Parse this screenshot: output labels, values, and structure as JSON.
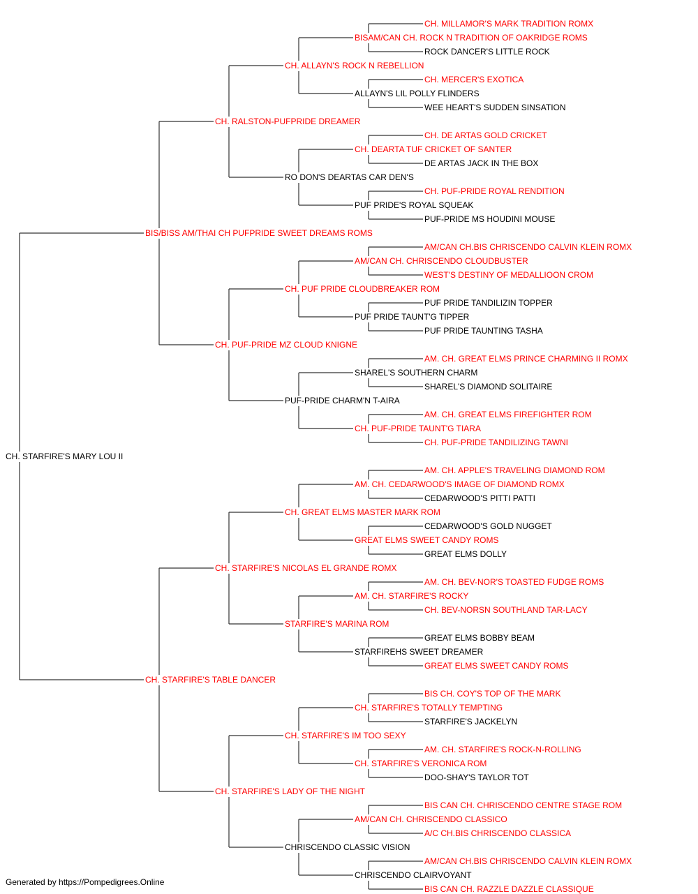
{
  "colors": {
    "champion": "#ff0000",
    "regular": "#000000",
    "line": "#333333"
  },
  "pedigree": {
    "name": "CH. STARFIRE'S MARY LOU II",
    "ch": false,
    "sire": {
      "name": "BIS/BISS AM/THAI CH PUFPRIDE SWEET DREAMS ROMS",
      "ch": true,
      "sire": {
        "name": "CH. RALSTON-PUFPRIDE DREAMER",
        "ch": true,
        "sire": {
          "name": "CH. ALLAYN'S ROCK N REBELLION",
          "ch": true,
          "sire": {
            "name": "BISAM/CAN CH. ROCK N TRADITION OF OAKRIDGE ROMS",
            "ch": true,
            "sire": {
              "name": "CH. MILLAMOR'S MARK TRADITION ROMX",
              "ch": true
            },
            "dam": {
              "name": "ROCK DANCER'S LITTLE ROCK",
              "ch": false
            }
          },
          "dam": {
            "name": "ALLAYN'S LIL POLLY FLINDERS",
            "ch": false,
            "sire": {
              "name": "CH. MERCER'S EXOTICA",
              "ch": true
            },
            "dam": {
              "name": "WEE HEART'S SUDDEN SINSATION",
              "ch": false
            }
          }
        },
        "dam": {
          "name": "RO DON'S DEARTAS CAR DEN'S",
          "ch": false,
          "sire": {
            "name": "CH. DEARTA TUF CRICKET OF SANTER",
            "ch": true,
            "sire": {
              "name": "CH. DE ARTAS GOLD CRICKET",
              "ch": true
            },
            "dam": {
              "name": "DE ARTAS JACK IN THE BOX",
              "ch": false
            }
          },
          "dam": {
            "name": "PUF PRIDE'S ROYAL SQUEAK",
            "ch": false,
            "sire": {
              "name": "CH. PUF-PRIDE ROYAL RENDITION",
              "ch": true
            },
            "dam": {
              "name": "PUF-PRIDE MS HOUDINI MOUSE",
              "ch": false
            }
          }
        }
      },
      "dam": {
        "name": "CH. PUF-PRIDE MZ CLOUD KNIGNE",
        "ch": true,
        "sire": {
          "name": "CH. PUF PRIDE CLOUDBREAKER ROM",
          "ch": true,
          "sire": {
            "name": "AM/CAN CH. CHRISCENDO CLOUDBUSTER",
            "ch": true,
            "sire": {
              "name": "AM/CAN CH.BIS CHRISCENDO CALVIN KLEIN ROMX",
              "ch": true
            },
            "dam": {
              "name": "WEST'S DESTINY OF MEDALLIOON CROM",
              "ch": true
            }
          },
          "dam": {
            "name": "PUF PRIDE TAUNT'G TIPPER",
            "ch": false,
            "sire": {
              "name": "PUF PRIDE TANDILIZIN TOPPER",
              "ch": false
            },
            "dam": {
              "name": "PUF PRIDE TAUNTING TASHA",
              "ch": false
            }
          }
        },
        "dam": {
          "name": "PUF-PRIDE CHARM'N T-AIRA",
          "ch": false,
          "sire": {
            "name": "SHAREL'S SOUTHERN CHARM",
            "ch": false,
            "sire": {
              "name": "AM. CH. GREAT ELMS PRINCE CHARMING II ROMX",
              "ch": true
            },
            "dam": {
              "name": "SHAREL'S DIAMOND SOLITAIRE",
              "ch": false
            }
          },
          "dam": {
            "name": "CH. PUF-PRIDE TAUNT'G TIARA",
            "ch": true,
            "sire": {
              "name": "AM. CH. GREAT ELMS FIREFIGHTER ROM",
              "ch": true
            },
            "dam": {
              "name": "CH. PUF-PRIDE TANDILIZING TAWNI",
              "ch": true
            }
          }
        }
      }
    },
    "dam": {
      "name": "CH. STARFIRE'S TABLE DANCER",
      "ch": true,
      "sire": {
        "name": "CH. STARFIRE'S NICOLAS EL GRANDE ROMX",
        "ch": true,
        "sire": {
          "name": "CH. GREAT ELMS MASTER MARK ROM",
          "ch": true,
          "sire": {
            "name": "AM. CH. CEDARWOOD'S IMAGE OF DIAMOND ROMX",
            "ch": true,
            "sire": {
              "name": "AM. CH. APPLE'S TRAVELING DIAMOND ROM",
              "ch": true
            },
            "dam": {
              "name": "CEDARWOOD'S PITTI PATTI",
              "ch": false
            }
          },
          "dam": {
            "name": "GREAT ELMS SWEET CANDY ROMS",
            "ch": true,
            "sire": {
              "name": "CEDARWOOD'S GOLD NUGGET",
              "ch": false
            },
            "dam": {
              "name": "GREAT ELMS DOLLY",
              "ch": false
            }
          }
        },
        "dam": {
          "name": "STARFIRE'S MARINA ROM",
          "ch": true,
          "sire": {
            "name": "AM. CH. STARFIRE'S ROCKY",
            "ch": true,
            "sire": {
              "name": "AM. CH. BEV-NOR'S TOASTED FUDGE ROMS",
              "ch": true
            },
            "dam": {
              "name": "CH. BEV-NORSN SOUTHLAND TAR-LACY",
              "ch": true
            }
          },
          "dam": {
            "name": "STARFIREHS SWEET DREAMER",
            "ch": false,
            "sire": {
              "name": "GREAT ELMS BOBBY BEAM",
              "ch": false
            },
            "dam": {
              "name": "GREAT ELMS SWEET CANDY ROMS",
              "ch": true
            }
          }
        }
      },
      "dam": {
        "name": "CH. STARFIRE'S LADY OF THE NIGHT",
        "ch": true,
        "sire": {
          "name": "CH. STARFIRE'S IM TOO SEXY",
          "ch": true,
          "sire": {
            "name": "CH. STARFIRE'S TOTALLY TEMPTING",
            "ch": true,
            "sire": {
              "name": "BIS CH. COY'S TOP OF THE MARK",
              "ch": true
            },
            "dam": {
              "name": "STARFIRE'S JACKELYN",
              "ch": false
            }
          },
          "dam": {
            "name": "CH. STARFIRE'S VERONICA ROM",
            "ch": true,
            "sire": {
              "name": "AM. CH. STARFIRE'S ROCK-N-ROLLING",
              "ch": true
            },
            "dam": {
              "name": "DOO-SHAY'S TAYLOR TOT",
              "ch": false
            }
          }
        },
        "dam": {
          "name": "CHRISCENDO CLASSIC VISION",
          "ch": false,
          "sire": {
            "name": "AM/CAN CH. CHRISCENDO CLASSICO",
            "ch": true,
            "sire": {
              "name": "BIS CAN CH. CHRISCENDO CENTRE STAGE ROM",
              "ch": true
            },
            "dam": {
              "name": "A/C CH.BIS CHRISCENDO CLASSICA",
              "ch": true
            }
          },
          "dam": {
            "name": "CHRISCENDO CLAIRVOYANT",
            "ch": false,
            "sire": {
              "name": "AM/CAN CH.BIS CHRISCENDO CALVIN KLEIN ROMX",
              "ch": true
            },
            "dam": {
              "name": "BIS CAN CH. RAZZLE DAZZLE CLASSIQUE",
              "ch": true
            }
          }
        }
      }
    }
  },
  "footer": "Generated by https://Pompedigrees.Online"
}
